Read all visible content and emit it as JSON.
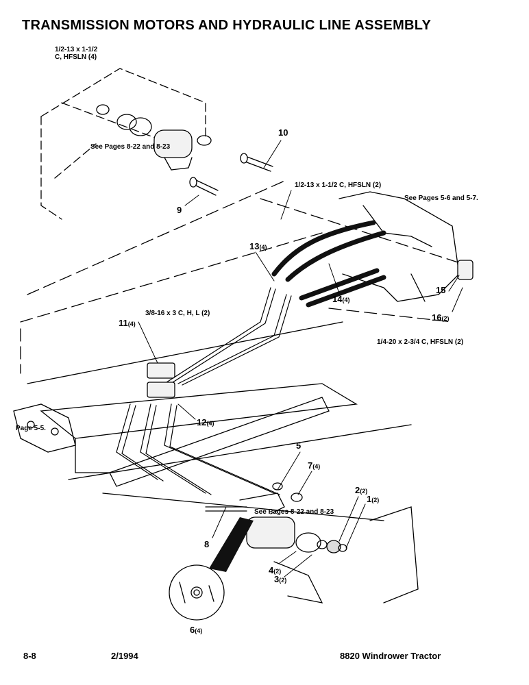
{
  "title": "TRANSMISSION MOTORS AND HYDRAULIC LINE ASSEMBLY",
  "callouts": {
    "bolt_top_left_line1": "1/2-13 x 1-1/2",
    "bolt_top_left_line2": "C, HFSLN (4)",
    "see_pages_upper": "See Pages 8-22 and 8-23",
    "bolt_mid": "1/2-13 x 1-1/2 C, HFSLN (2)",
    "see_pages_right": "See Pages 5-6 and 5-7.",
    "bolt_3_8": "3/8-16 x 3 C, H, L (2)",
    "bolt_1_4": "1/4-20 x 2-3/4 C, HFSLN (2)",
    "page_left": "Page 5-5.",
    "see_pages_lower": "See Pages 8-22 and 8-23"
  },
  "parts": [
    {
      "id": "p10",
      "n": "10",
      "q": ""
    },
    {
      "id": "p9",
      "n": "9",
      "q": ""
    },
    {
      "id": "p13",
      "n": "13",
      "q": "(4)"
    },
    {
      "id": "p14",
      "n": "14",
      "q": "(4)"
    },
    {
      "id": "p15",
      "n": "15",
      "q": ""
    },
    {
      "id": "p16",
      "n": "16",
      "q": "(2)"
    },
    {
      "id": "p11",
      "n": "11",
      "q": "(4)"
    },
    {
      "id": "p12",
      "n": "12",
      "q": "(4)"
    },
    {
      "id": "p5",
      "n": "5",
      "q": ""
    },
    {
      "id": "p7",
      "n": "7",
      "q": "(4)"
    },
    {
      "id": "p2",
      "n": "2",
      "q": "(2)"
    },
    {
      "id": "p1",
      "n": "1",
      "q": "(2)"
    },
    {
      "id": "p8",
      "n": "8",
      "q": ""
    },
    {
      "id": "p4",
      "n": "4",
      "q": "(2)"
    },
    {
      "id": "p3",
      "n": "3",
      "q": "(2)"
    },
    {
      "id": "p6",
      "n": "6",
      "q": "(4)"
    }
  ],
  "footer": {
    "page": "8-8",
    "date": "2/1994",
    "model": "8820 Windrower Tractor"
  }
}
